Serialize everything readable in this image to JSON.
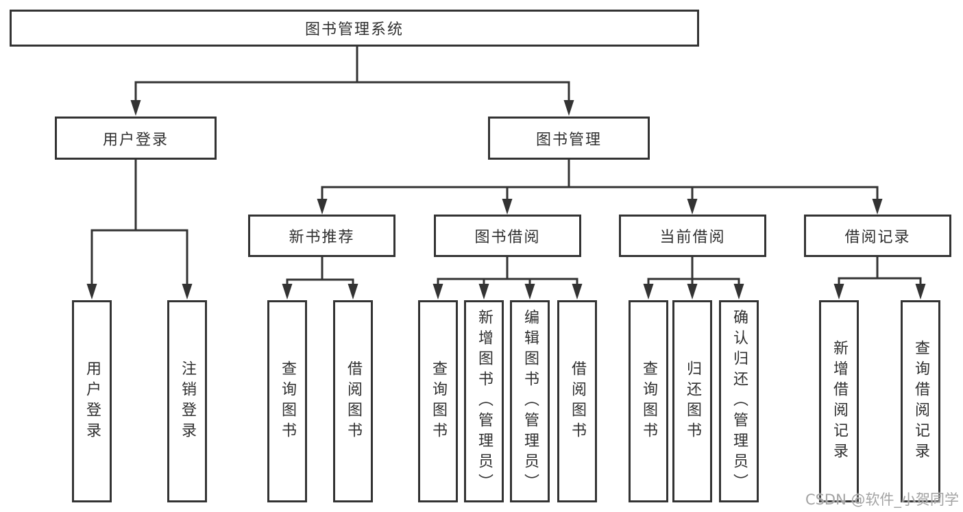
{
  "diagram": {
    "root": {
      "label": "图书管理系统"
    },
    "branches": [
      {
        "label": "用户登录",
        "children": [
          "用户登录",
          "注销登录"
        ]
      },
      {
        "label": "图书管理",
        "groups": [
          {
            "label": "新书推荐",
            "children": [
              "查询图书",
              "借阅图书"
            ]
          },
          {
            "label": "图书借阅",
            "children": [
              "查询图书",
              "新增图书（管理员）",
              "编辑图书（管理员）",
              "借阅图书"
            ]
          },
          {
            "label": "当前借阅",
            "children": [
              "查询图书",
              "归还图书",
              "确认归还（管理员）"
            ]
          },
          {
            "label": "借阅记录",
            "children": [
              "新增借阅记录",
              "查询借阅记录"
            ]
          }
        ]
      }
    ]
  },
  "watermark": {
    "text": "CSDN @软件_小贺同学"
  },
  "colors": {
    "line": "#333333",
    "text": "#2f2f2f",
    "watermark": "#a3a3a3",
    "background": "#ffffff"
  }
}
